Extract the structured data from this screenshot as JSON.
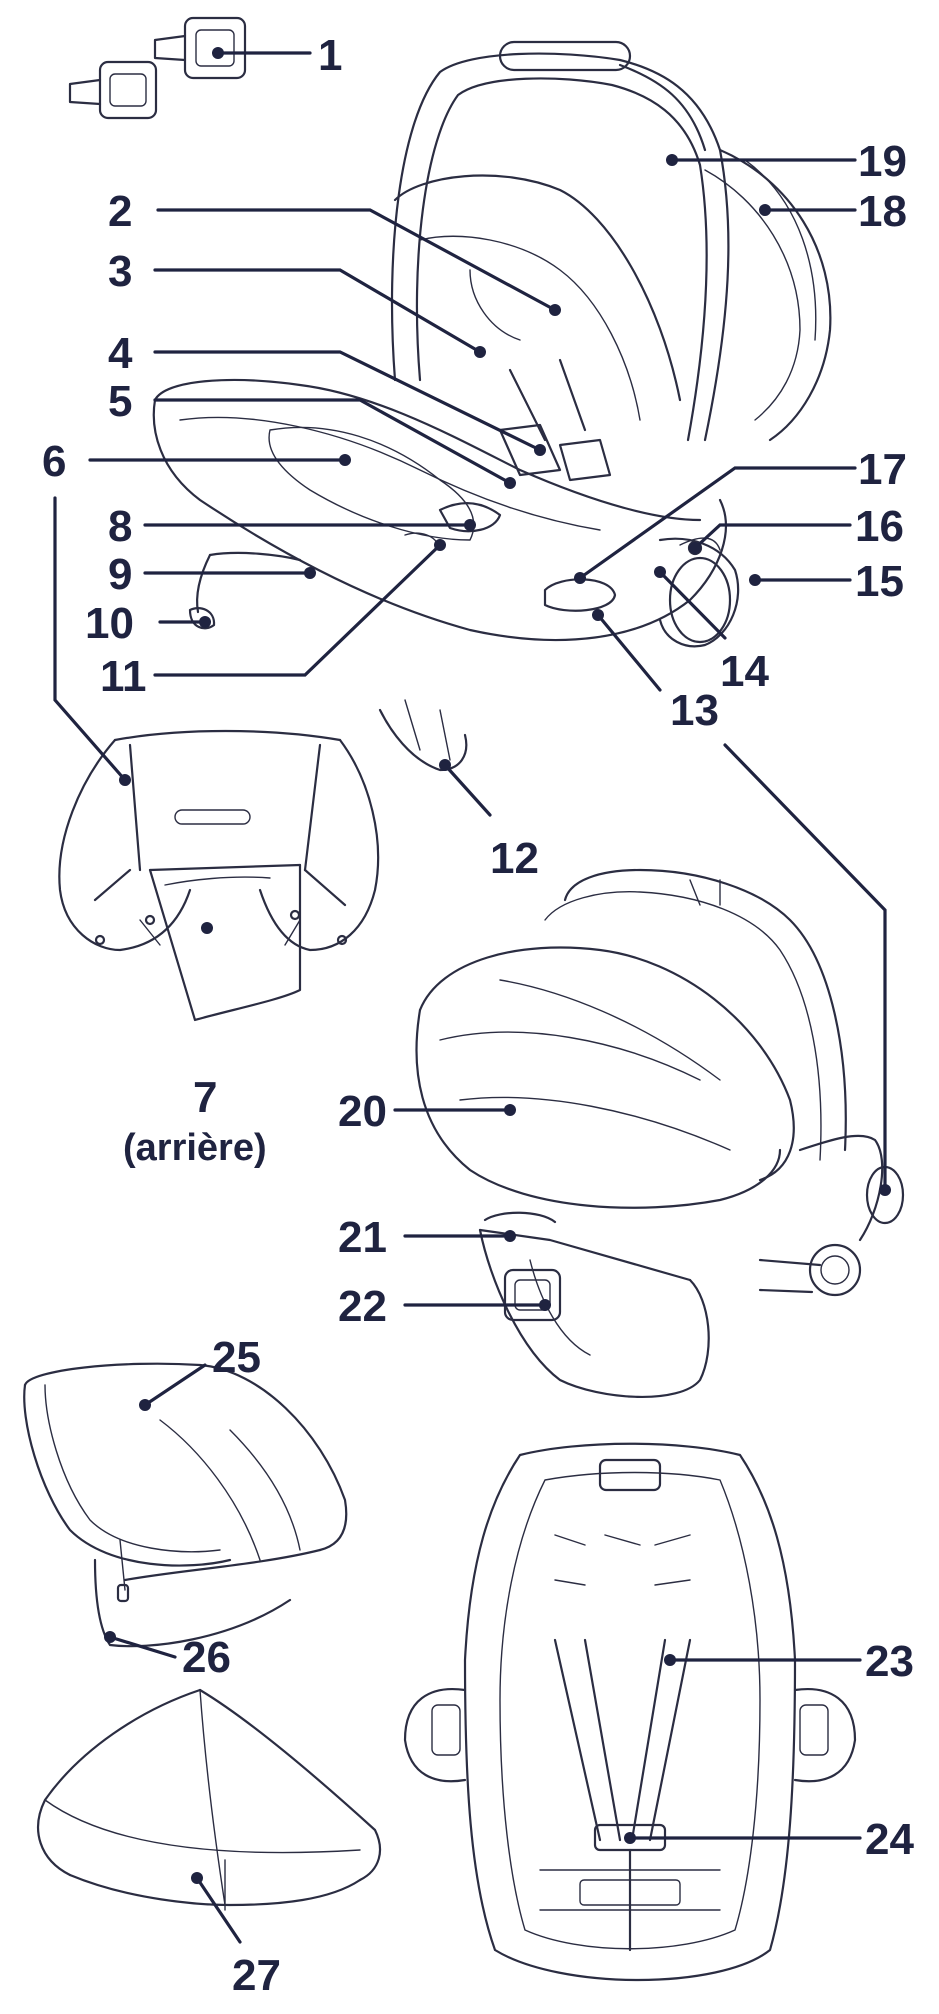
{
  "callouts": [
    {
      "id": "1",
      "text": "1"
    },
    {
      "id": "2",
      "text": "2"
    },
    {
      "id": "3",
      "text": "3"
    },
    {
      "id": "4",
      "text": "4"
    },
    {
      "id": "5",
      "text": "5"
    },
    {
      "id": "6",
      "text": "6"
    },
    {
      "id": "7",
      "text": "7",
      "sub": "(arrière)"
    },
    {
      "id": "8",
      "text": "8"
    },
    {
      "id": "9",
      "text": "9"
    },
    {
      "id": "10",
      "text": "10"
    },
    {
      "id": "11",
      "text": "11"
    },
    {
      "id": "12",
      "text": "12"
    },
    {
      "id": "13",
      "text": "13"
    },
    {
      "id": "14",
      "text": "14"
    },
    {
      "id": "15",
      "text": "15"
    },
    {
      "id": "16",
      "text": "16"
    },
    {
      "id": "17",
      "text": "17"
    },
    {
      "id": "18",
      "text": "18"
    },
    {
      "id": "19",
      "text": "19"
    },
    {
      "id": "20",
      "text": "20"
    },
    {
      "id": "21",
      "text": "21"
    },
    {
      "id": "22",
      "text": "22"
    },
    {
      "id": "23",
      "text": "23"
    },
    {
      "id": "24",
      "text": "24"
    },
    {
      "id": "25",
      "text": "25"
    },
    {
      "id": "26",
      "text": "26"
    },
    {
      "id": "27",
      "text": "27"
    }
  ],
  "colors": {
    "ink": "#1f2340",
    "line_art": "#2b2d42",
    "background": "#ffffff"
  }
}
